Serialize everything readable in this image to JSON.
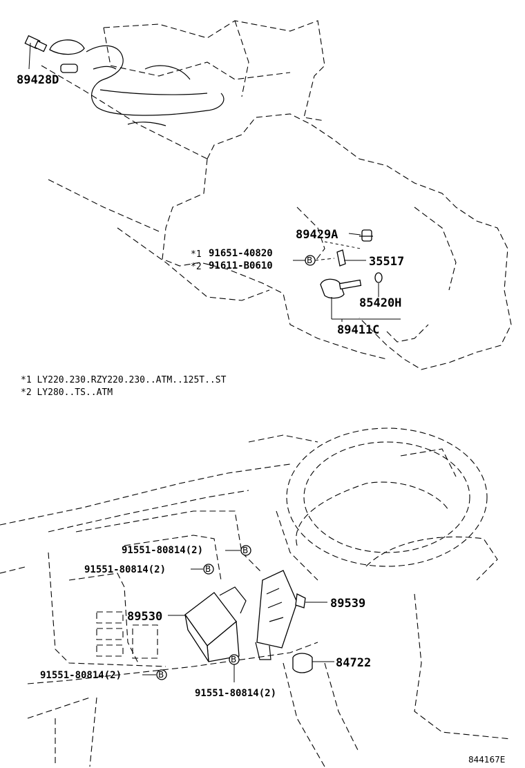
{
  "parts": {
    "p89428D": "89428D",
    "p89429A": "89429A",
    "p91651": "91651-40820",
    "p91611": "91611-B0610",
    "p35517": "35517",
    "p85420H": "85420H",
    "p89411C": "89411C",
    "p89539": "89539",
    "p89530": "89530",
    "p84722": "84722",
    "bolt_a": "91551-80814(2)",
    "bolt_b": "91551-80814(2)",
    "bolt_c": "91551-80814(2)",
    "bolt_d": "91551-80814(2)"
  },
  "markers": {
    "star1": "*1",
    "star2": "*2",
    "circle_b": "B"
  },
  "notes": {
    "n1": "*1 LY220.230.RZY220.230..ATM..125T..ST",
    "n2": "*2 LY280..TS..ATM"
  },
  "ref_code": "844167E"
}
